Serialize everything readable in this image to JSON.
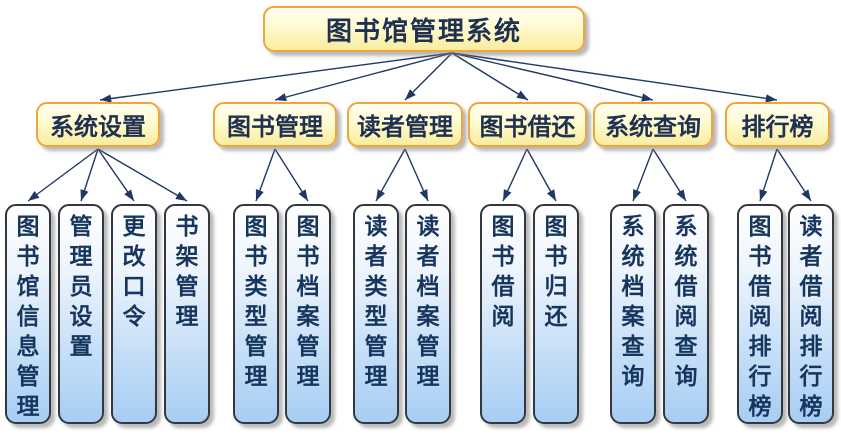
{
  "diagram": {
    "root": {
      "label": "图书馆管理系统"
    },
    "branches": [
      {
        "label": "系统设置",
        "children": [
          "图书馆信息管理",
          "管理员设置",
          "更改口令",
          "书架管理"
        ]
      },
      {
        "label": "图书管理",
        "children": [
          "图书类型管理",
          "图书档案管理"
        ]
      },
      {
        "label": "读者管理",
        "children": [
          "读者类型管理",
          "读者档案管理"
        ]
      },
      {
        "label": "图书借还",
        "children": [
          "图书借阅",
          "图书归还"
        ]
      },
      {
        "label": "系统查询",
        "children": [
          "系统档案查询",
          "系统借阅查询"
        ]
      },
      {
        "label": "排行榜",
        "children": [
          "图书借阅排行榜",
          "读者借阅排行榜"
        ]
      }
    ],
    "colors": {
      "yellow_box_fill_top": "#FFFFEF",
      "yellow_box_fill_bottom": "#F9EC9C",
      "yellow_box_border": "#EFA43C",
      "yellow_box_text": "#1F3050",
      "leaf_fill_top": "#FFFFFF",
      "leaf_fill_bottom": "#A7CDF4",
      "leaf_border": "#33383F",
      "leaf_text": "#17365D",
      "arrow": "#1F3864",
      "background": "#FFFFFF"
    }
  }
}
